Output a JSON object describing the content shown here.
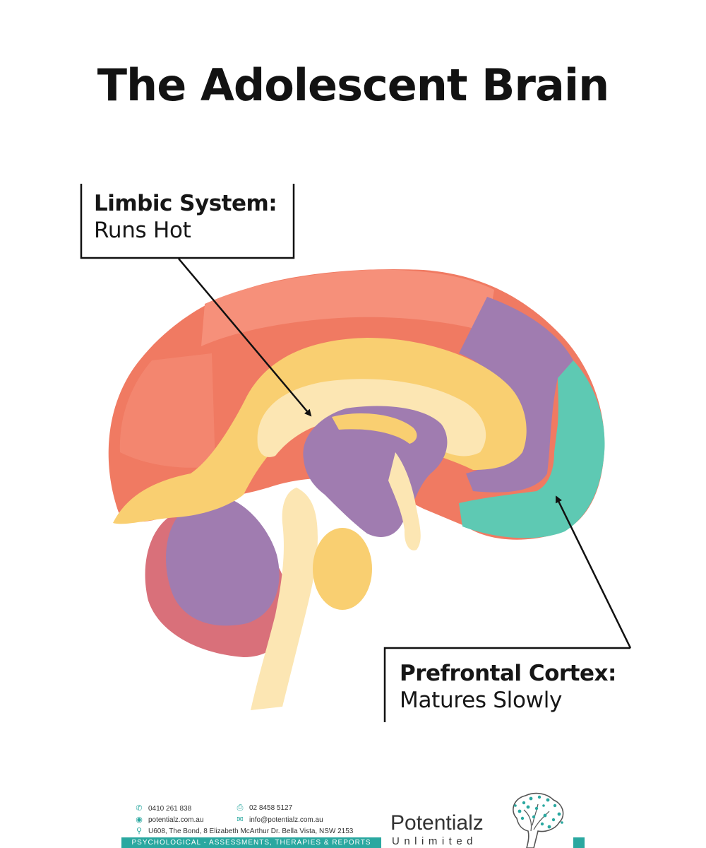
{
  "title": "The Adolescent Brain",
  "labels": {
    "limbic": {
      "heading": "Limbic System:",
      "text": "Runs Hot"
    },
    "prefrontal": {
      "heading": "Prefrontal Cortex:",
      "text": "Matures Slowly"
    }
  },
  "footer": {
    "phone": "0410  261 838",
    "fax": "02 8458 5127",
    "website": "potentialz.com.au",
    "email": "info@potentialz.com.au",
    "address": "U608, The Bond, 8 Elizabeth McArthur Dr. Bella Vista, NSW 2153",
    "tagline": "PSYCHOLOGICAL - ASSESSMENTS, THERAPIES & REPORTS",
    "brand": "Potentialz",
    "brand_sub": "Unlimited"
  },
  "colors": {
    "cortex_red": "#f07a62",
    "cortex_salmon": "#f6907a",
    "yellow": "#f9cf71",
    "cream": "#fce6b3",
    "purple": "#a07cb0",
    "teal": "#5ec9b3",
    "cerebellum": "#d9707a",
    "brand_teal": "#2aa8a0"
  },
  "icons": [
    "phone-icon",
    "fax-icon",
    "globe-icon",
    "email-icon",
    "location-icon",
    "tree-brain-logo-icon"
  ]
}
